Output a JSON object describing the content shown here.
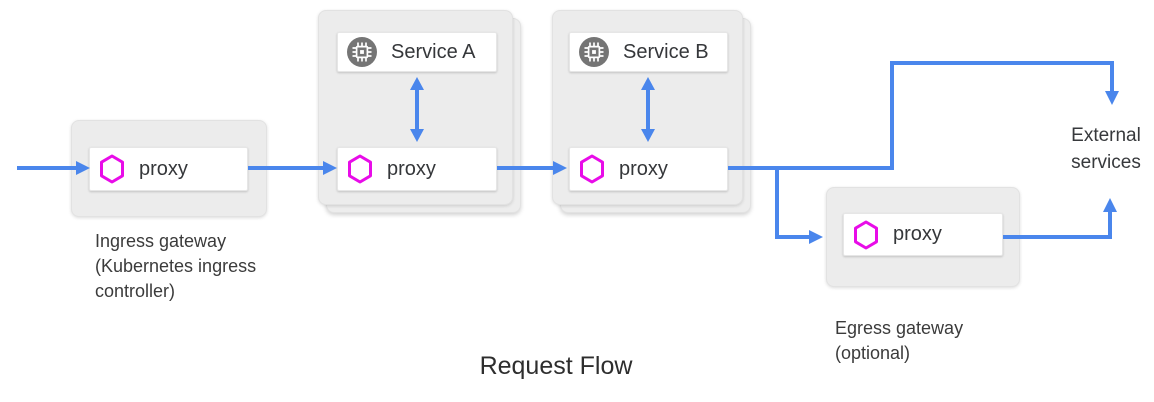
{
  "title": "Request Flow",
  "colors": {
    "arrow_blue": "#4a86ec",
    "proxy_hexagon_magenta": "#e80ce8",
    "card_grey": "#ececec",
    "service_icon_grey": "#757575",
    "text_dark": "#3b3b3b",
    "background": "#ffffff"
  },
  "nodes": {
    "ingress": {
      "proxy_label": "proxy",
      "caption": [
        "Ingress gateway",
        "(Kubernetes ingress",
        "controller)"
      ]
    },
    "service_a": {
      "service_label": "Service A",
      "proxy_label": "proxy"
    },
    "service_b": {
      "service_label": "Service B",
      "proxy_label": "proxy"
    },
    "egress": {
      "proxy_label": "proxy",
      "caption": [
        "Egress gateway",
        "(optional)"
      ]
    },
    "external": {
      "caption": [
        "External",
        "services"
      ]
    }
  },
  "icons": {
    "proxy": "magenta hexagon outline",
    "service": "grey circle with white CPU chip"
  }
}
